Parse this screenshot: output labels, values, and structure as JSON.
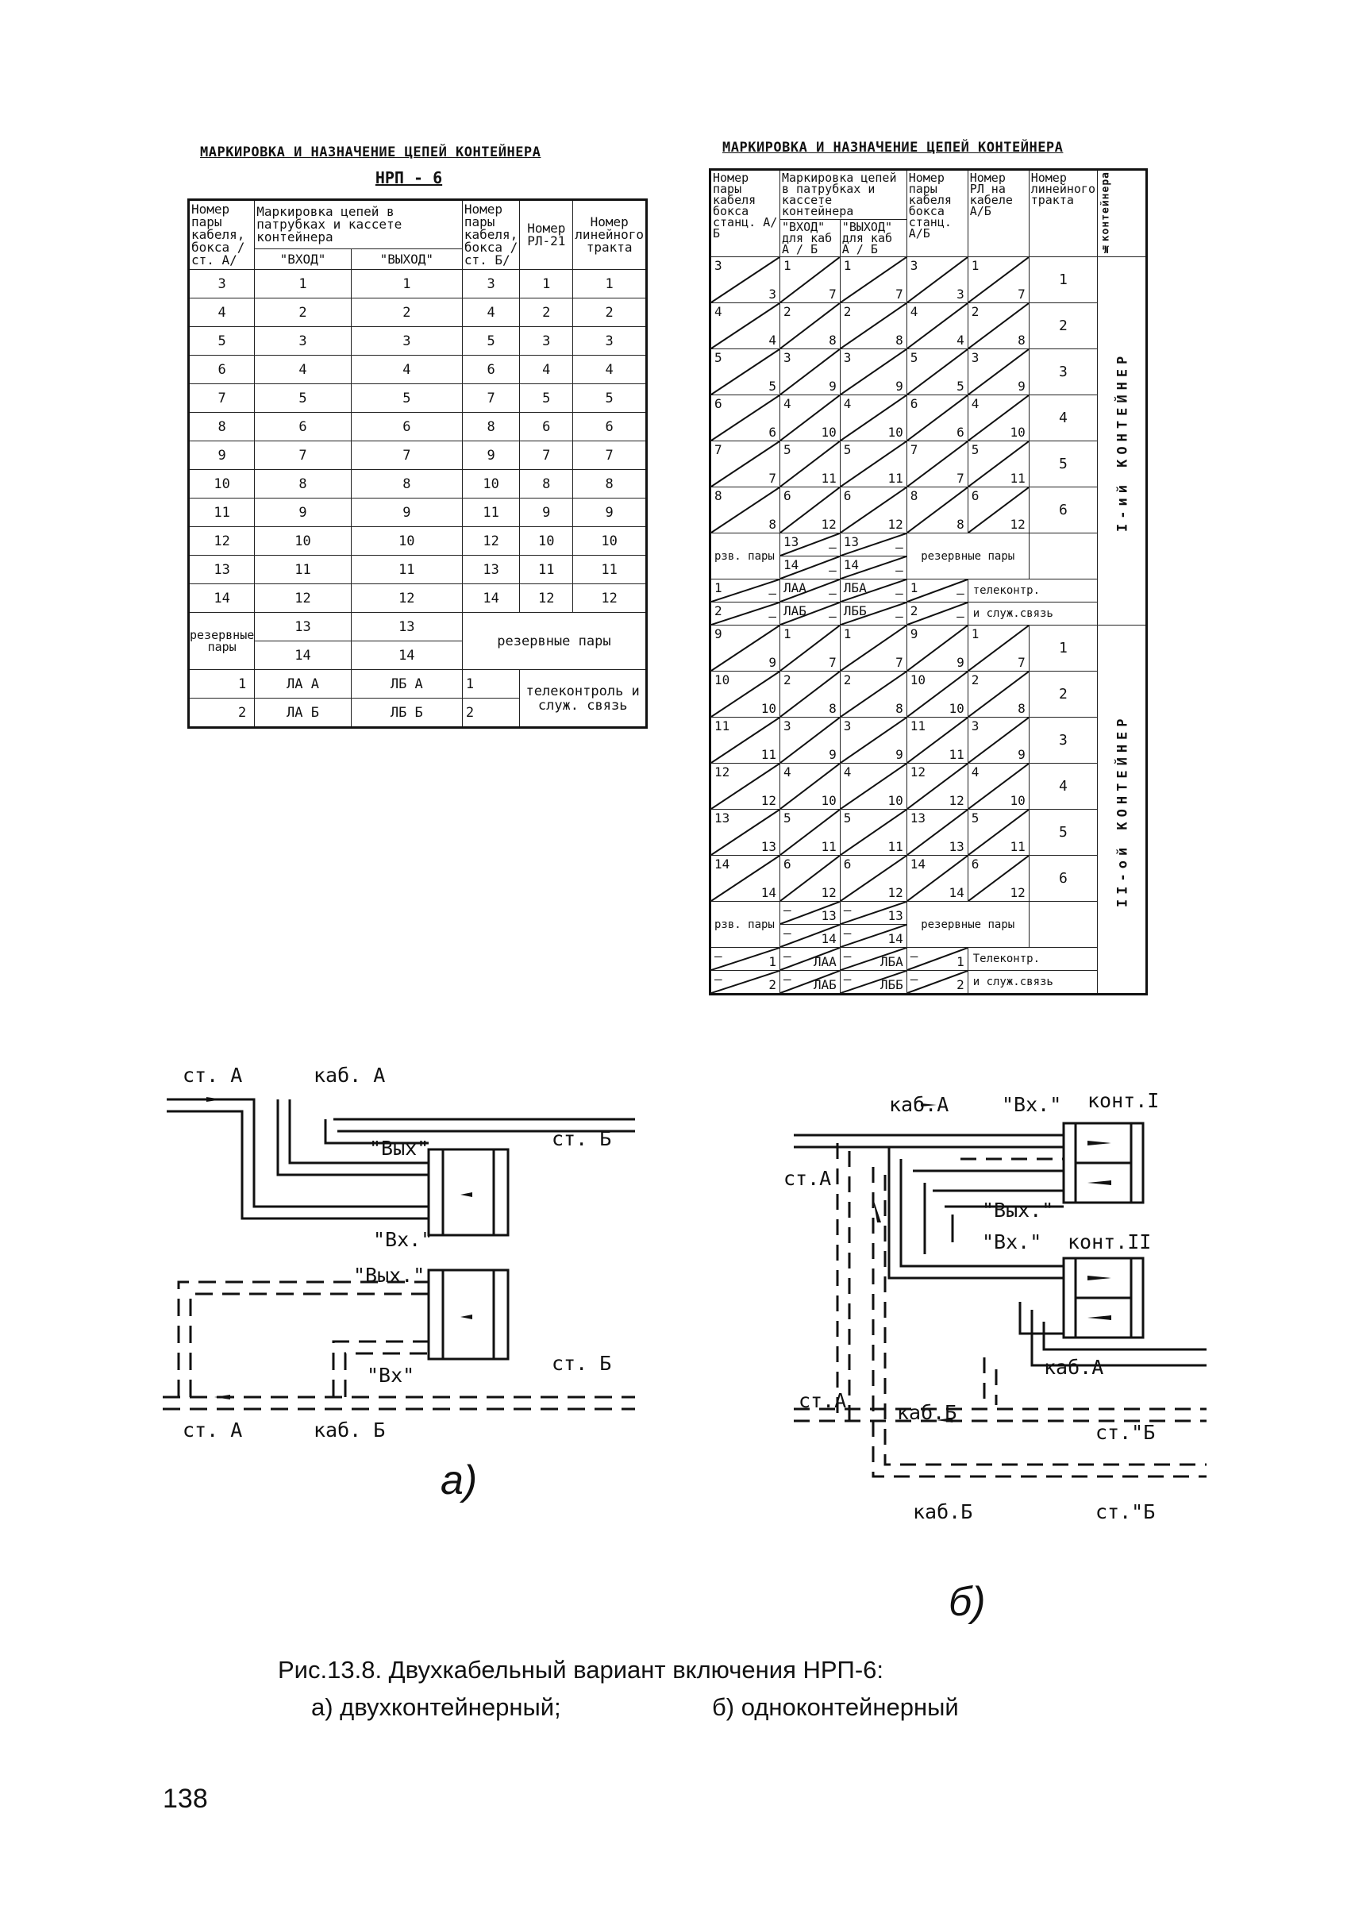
{
  "table_a": {
    "title": "МАРКИРОВКА И НАЗНАЧЕНИЕ ЦЕПЕЙ КОНТЕЙНЕРА",
    "subtitle": "НРП - 6",
    "headers": {
      "pair": "Номер пары кабеля, бокса /ст. А/",
      "marking": "Маркировка цепей в патрубках и кассете контейнера",
      "in": "\"ВХОД\"",
      "out": "\"ВЫХОД\"",
      "pair_b": "Номер пары кабеля, бокса /ст. Б/",
      "rl": "Номер РЛ-21",
      "lin": "Номер линейного тракта"
    },
    "rows": [
      [
        "3",
        "1",
        "1",
        "3",
        "1",
        "1"
      ],
      [
        "4",
        "2",
        "2",
        "4",
        "2",
        "2"
      ],
      [
        "5",
        "3",
        "3",
        "5",
        "3",
        "3"
      ],
      [
        "6",
        "4",
        "4",
        "6",
        "4",
        "4"
      ],
      [
        "7",
        "5",
        "5",
        "7",
        "5",
        "5"
      ],
      [
        "8",
        "6",
        "6",
        "8",
        "6",
        "6"
      ],
      [
        "9",
        "7",
        "7",
        "9",
        "7",
        "7"
      ],
      [
        "10",
        "8",
        "8",
        "10",
        "8",
        "8"
      ],
      [
        "11",
        "9",
        "9",
        "11",
        "9",
        "9"
      ],
      [
        "12",
        "10",
        "10",
        "12",
        "10",
        "10"
      ],
      [
        "13",
        "11",
        "11",
        "13",
        "11",
        "11"
      ],
      [
        "14",
        "12",
        "12",
        "14",
        "12",
        "12"
      ]
    ],
    "reserve_label": "резервные пары",
    "reserve_rows": [
      [
        "13",
        "13"
      ],
      [
        "14",
        "14"
      ]
    ],
    "reserve_text": "резервные пары",
    "tele_rows": [
      [
        "1",
        "ЛА А",
        "ЛБ А",
        "1"
      ],
      [
        "2",
        "ЛА Б",
        "ЛБ Б",
        "2"
      ]
    ],
    "tele_text": "телеконтроль и служ. связь"
  },
  "table_b": {
    "title": "МАРКИРОВКА И НАЗНАЧЕНИЕ ЦЕПЕЙ КОНТЕЙНЕРА",
    "headers": {
      "pair": "Номер пары кабеля бокса станц. А/Б",
      "marking": "Маркировка цепей в патрубках и кассете контейнера",
      "in": "\"ВХОД\"",
      "out": "\"ВЫХОД\"",
      "cab": "для каб А / Б",
      "pair2": "Номер пары кабеля бокса станц. А/Б",
      "rl": "Номер РЛ на кабеле А/Б",
      "lin": "Номер линейного тракта",
      "cont": "№контейнера"
    },
    "block1": [
      [
        [
          "3",
          "3"
        ],
        [
          "1",
          "7"
        ],
        [
          "1",
          "7"
        ],
        [
          "3",
          "3"
        ],
        [
          "1",
          "7"
        ],
        "1"
      ],
      [
        [
          "4",
          "4"
        ],
        [
          "2",
          "8"
        ],
        [
          "2",
          "8"
        ],
        [
          "4",
          "4"
        ],
        [
          "2",
          "8"
        ],
        "2"
      ],
      [
        [
          "5",
          "5"
        ],
        [
          "3",
          "9"
        ],
        [
          "3",
          "9"
        ],
        [
          "5",
          "5"
        ],
        [
          "3",
          "9"
        ],
        "3"
      ],
      [
        [
          "6",
          "6"
        ],
        [
          "4",
          "10"
        ],
        [
          "4",
          "10"
        ],
        [
          "6",
          "6"
        ],
        [
          "4",
          "10"
        ],
        "4"
      ],
      [
        [
          "7",
          "7"
        ],
        [
          "5",
          "11"
        ],
        [
          "5",
          "11"
        ],
        [
          "7",
          "7"
        ],
        [
          "5",
          "11"
        ],
        "5"
      ],
      [
        [
          "8",
          "8"
        ],
        [
          "6",
          "12"
        ],
        [
          "6",
          "12"
        ],
        [
          "8",
          "8"
        ],
        [
          "6",
          "12"
        ],
        "6"
      ]
    ],
    "block2": [
      [
        [
          "9",
          "9"
        ],
        [
          "1",
          "7"
        ],
        [
          "1",
          "7"
        ],
        [
          "9",
          "9"
        ],
        [
          "1",
          "7"
        ],
        "1"
      ],
      [
        [
          "10",
          "10"
        ],
        [
          "2",
          "8"
        ],
        [
          "2",
          "8"
        ],
        [
          "10",
          "10"
        ],
        [
          "2",
          "8"
        ],
        "2"
      ],
      [
        [
          "11",
          "11"
        ],
        [
          "3",
          "9"
        ],
        [
          "3",
          "9"
        ],
        [
          "11",
          "11"
        ],
        [
          "3",
          "9"
        ],
        "3"
      ],
      [
        [
          "12",
          "12"
        ],
        [
          "4",
          "10"
        ],
        [
          "4",
          "10"
        ],
        [
          "12",
          "12"
        ],
        [
          "4",
          "10"
        ],
        "4"
      ],
      [
        [
          "13",
          "13"
        ],
        [
          "5",
          "11"
        ],
        [
          "5",
          "11"
        ],
        [
          "13",
          "13"
        ],
        [
          "5",
          "11"
        ],
        "5"
      ],
      [
        [
          "14",
          "14"
        ],
        [
          "6",
          "12"
        ],
        [
          "6",
          "12"
        ],
        [
          "14",
          "14"
        ],
        [
          "6",
          "12"
        ],
        "6"
      ]
    ],
    "reserve_label": "рзв. пары",
    "reserve_text": "резервные пары",
    "b1_reserve": [
      [
        "13",
        "–"
      ],
      [
        "13",
        "–"
      ],
      [
        "14",
        "–"
      ],
      [
        "14",
        "–"
      ]
    ],
    "b1_tele": [
      [
        "1",
        "–"
      ],
      [
        "ЛАА",
        "–"
      ],
      [
        "ЛБА",
        "–"
      ],
      [
        "1",
        "–"
      ],
      [
        "2",
        "–"
      ],
      [
        "ЛАБ",
        "–"
      ],
      [
        "ЛББ",
        "–"
      ],
      [
        "2",
        "–"
      ]
    ],
    "b1_tele_text": [
      "телеконтр.",
      "и служ.связь"
    ],
    "b2_reserve": [
      [
        "–",
        "13"
      ],
      [
        "–",
        "13"
      ],
      [
        "–",
        "14"
      ],
      [
        "–",
        "14"
      ]
    ],
    "b2_tele": [
      [
        "–",
        "1"
      ],
      [
        "–",
        "ЛАА"
      ],
      [
        "–",
        "ЛБА"
      ],
      [
        "–",
        "1"
      ],
      [
        "–",
        "2"
      ],
      [
        "–",
        "ЛАБ"
      ],
      [
        "–",
        "ЛББ"
      ],
      [
        "–",
        "2"
      ]
    ],
    "b2_tele_text": [
      "Телеконтр.",
      "и служ.связь"
    ],
    "cont1": "I-ий КОНТЕЙНЕР",
    "cont2": "II-ой КОНТЕЙНЕР"
  },
  "diagram_a": {
    "st_a_top": "ст. А",
    "kab_a": "каб. А",
    "vyh_1": "\"Вых\"",
    "st_b_1": "ст. Б",
    "vh_1": "\"Вх.\"",
    "vyh_2": "\"Вых.\"",
    "vh_2": "\"Вх\"",
    "st_b_2": "ст. Б",
    "st_a_bottom": "ст. А",
    "kab_b": "каб. Б",
    "label": "а)"
  },
  "diagram_b": {
    "kab_a": "каб.А",
    "vh": "\"Вх.\"",
    "kont1": "конт.I",
    "st_a_1": "ст.А",
    "vyh": "\"Вых.\"",
    "vh2": "\"Вх.\"",
    "kont2": "конт.II",
    "kab_a2": "каб.А",
    "st_a_2": "ст.А",
    "kab_b": "каб.Б",
    "st_b_1": "ст.\"Б",
    "kab_b2": "каб.Б",
    "st_b_2": "ст.\"Б",
    "label": "б)"
  },
  "caption": {
    "line1": "Рис.13.8. Двухкабельный вариант включения НРП-6:",
    "line2a": "а) двухконтейнерный;",
    "line2b": "б) одноконтейнерный"
  },
  "page_number": "138"
}
